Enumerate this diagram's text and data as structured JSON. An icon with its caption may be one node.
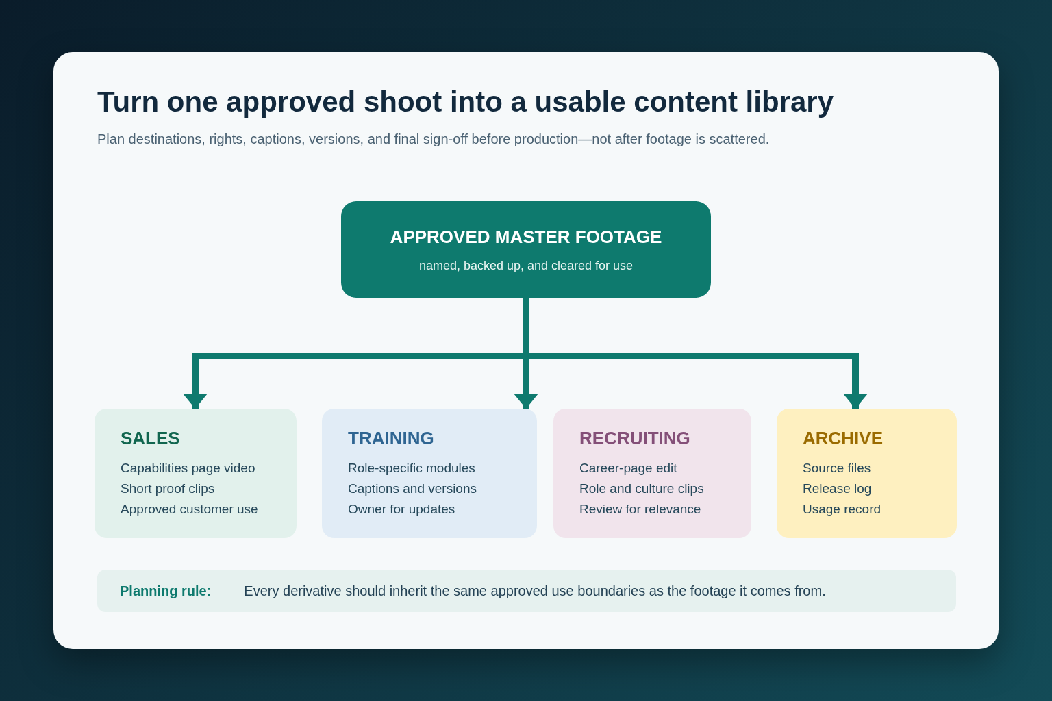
{
  "diagram": {
    "title": "Turn one approved shoot into a usable content library",
    "nodes": [
      {
        "text": [
          "APPROVED MASTER FOOTAGE",
          "named, backed up, and cleared for use"
        ]
      },
      {
        "text": [
          "SALES",
          "Capabilities page video",
          "Short proof clips",
          "Approved customer use"
        ]
      },
      {
        "text": [
          "TRAINING",
          "Role-specific modules",
          "Captions and versions",
          "Owner for updates"
        ]
      },
      {
        "text": [
          "RECRUITING",
          "Career-page edit",
          "Role and culture clips",
          "Review for relevance"
        ]
      },
      {
        "text": [
          "ARCHIVE",
          "Source files",
          "Release log",
          "Usage record"
        ]
      },
      {
        "text": [
          "Planning rule:",
          "Every derivative should inherit the same approved use boundaries as the footage it comes from."
        ]
      }
    ],
    "edges": [
      {
        "from": 0,
        "to": 1,
        "arrow": "to"
      },
      {
        "from": 0,
        "to": 2,
        "arrow": "to"
      },
      {
        "from": 0,
        "to": 4,
        "arrow": "to"
      }
    ],
    "labels": [
      "Plan destinations, rights, captions, versions, and final sign-off before production—not after footage is scattered."
    ]
  }
}
